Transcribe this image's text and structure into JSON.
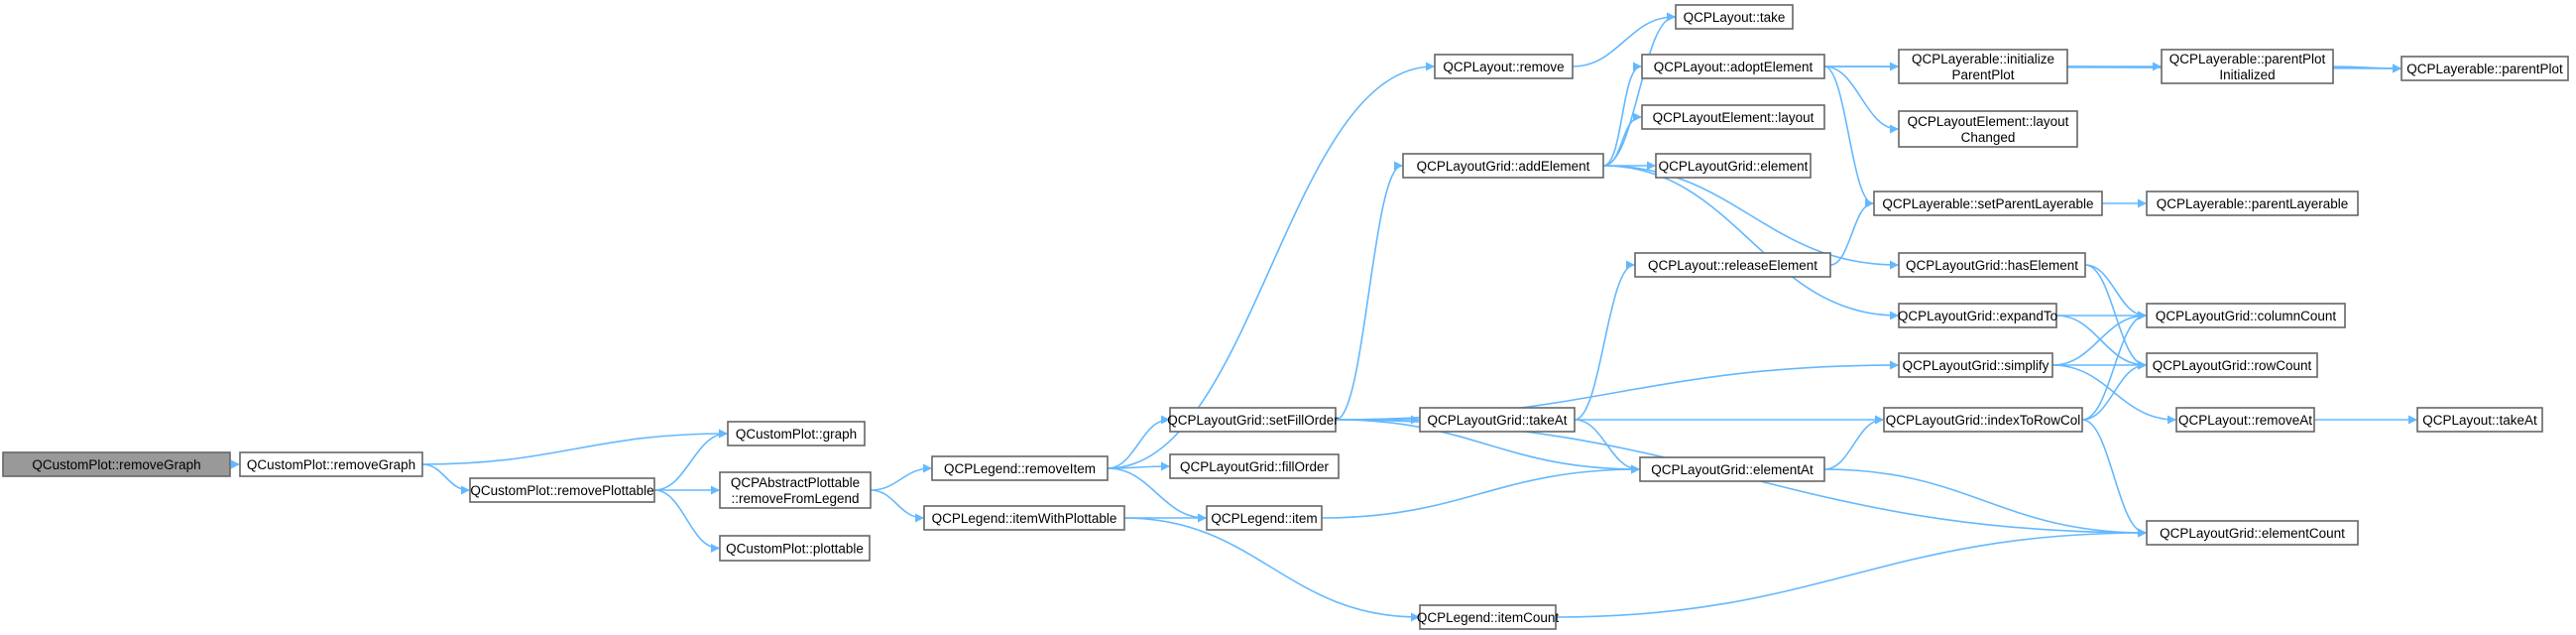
{
  "diagram": {
    "colors": {
      "edge": "#63b8ff",
      "node_border": "#666666",
      "root_fill": "#999999",
      "node_fill": "#ffffff"
    },
    "nodes": [
      {
        "id": "n0",
        "root": true,
        "lines": [
          "QCustomPlot::removeGraph"
        ]
      },
      {
        "id": "n1",
        "lines": [
          "QCustomPlot::removeGraph"
        ]
      },
      {
        "id": "n2",
        "lines": [
          "QCustomPlot::graph"
        ]
      },
      {
        "id": "n3",
        "lines": [
          "QCustomPlot::removePlottable"
        ]
      },
      {
        "id": "n4",
        "lines": [
          "QCPAbstractPlottable",
          "::removeFromLegend"
        ]
      },
      {
        "id": "n5",
        "lines": [
          "QCustomPlot::plottable"
        ]
      },
      {
        "id": "n6",
        "lines": [
          "QCPLegend::removeItem"
        ]
      },
      {
        "id": "n7",
        "lines": [
          "QCPLegend::itemWithPlottable"
        ]
      },
      {
        "id": "n8",
        "lines": [
          "QCPLayout::remove"
        ]
      },
      {
        "id": "n9",
        "lines": [
          "QCPLayoutGrid::setFillOrder"
        ]
      },
      {
        "id": "n10",
        "lines": [
          "QCPLayoutGrid::fillOrder"
        ]
      },
      {
        "id": "n11",
        "lines": [
          "QCPLegend::item"
        ]
      },
      {
        "id": "n12",
        "lines": [
          "QCPLegend::itemCount"
        ]
      },
      {
        "id": "n13",
        "lines": [
          "QCPLayout::take"
        ]
      },
      {
        "id": "n14",
        "lines": [
          "QCPLayoutGrid::addElement"
        ]
      },
      {
        "id": "n15",
        "lines": [
          "QCPLayoutGrid::takeAt"
        ]
      },
      {
        "id": "n16",
        "lines": [
          "QCPLayout::adoptElement"
        ]
      },
      {
        "id": "n17",
        "lines": [
          "QCPLayoutElement::layout"
        ]
      },
      {
        "id": "n18",
        "lines": [
          "QCPLayoutGrid::element"
        ]
      },
      {
        "id": "n19",
        "lines": [
          "QCPLayout::releaseElement"
        ]
      },
      {
        "id": "n20",
        "lines": [
          "QCPLayoutGrid::elementAt"
        ]
      },
      {
        "id": "n21",
        "lines": [
          "QCPLayerable::initialize",
          "ParentPlot"
        ]
      },
      {
        "id": "n22",
        "lines": [
          "QCPLayoutElement::layout",
          "Changed"
        ]
      },
      {
        "id": "n23",
        "lines": [
          "QCPLayerable::setParentLayerable"
        ]
      },
      {
        "id": "n24",
        "lines": [
          "QCPLayoutGrid::hasElement"
        ]
      },
      {
        "id": "n25",
        "lines": [
          "QCPLayoutGrid::expandTo"
        ]
      },
      {
        "id": "n26",
        "lines": [
          "QCPLayoutGrid::simplify"
        ]
      },
      {
        "id": "n27",
        "lines": [
          "QCPLayoutGrid::indexToRowCol"
        ]
      },
      {
        "id": "n28",
        "lines": [
          "QCPLayerable::parentPlot",
          "Initialized"
        ]
      },
      {
        "id": "n29",
        "lines": [
          "QCPLayerable::parentLayerable"
        ]
      },
      {
        "id": "n30",
        "lines": [
          "QCPLayoutGrid::columnCount"
        ]
      },
      {
        "id": "n31",
        "lines": [
          "QCPLayoutGrid::rowCount"
        ]
      },
      {
        "id": "n32",
        "lines": [
          "QCPLayout::removeAt"
        ]
      },
      {
        "id": "n33",
        "lines": [
          "QCPLayoutGrid::elementCount"
        ]
      },
      {
        "id": "n34",
        "lines": [
          "QCPLayerable::parentPlot"
        ]
      },
      {
        "id": "n35",
        "lines": [
          "QCPLayout::takeAt"
        ]
      }
    ],
    "edges": [
      [
        "n0",
        "n1"
      ],
      [
        "n1",
        "n2"
      ],
      [
        "n1",
        "n3"
      ],
      [
        "n3",
        "n2"
      ],
      [
        "n3",
        "n4"
      ],
      [
        "n3",
        "n5"
      ],
      [
        "n4",
        "n6"
      ],
      [
        "n4",
        "n7"
      ],
      [
        "n6",
        "n8"
      ],
      [
        "n6",
        "n9"
      ],
      [
        "n6",
        "n10"
      ],
      [
        "n6",
        "n11"
      ],
      [
        "n7",
        "n11"
      ],
      [
        "n7",
        "n12"
      ],
      [
        "n8",
        "n13"
      ],
      [
        "n9",
        "n14"
      ],
      [
        "n9",
        "n15"
      ],
      [
        "n9",
        "n26"
      ],
      [
        "n9",
        "n20"
      ],
      [
        "n9",
        "n33"
      ],
      [
        "n14",
        "n13"
      ],
      [
        "n14",
        "n16"
      ],
      [
        "n14",
        "n17"
      ],
      [
        "n14",
        "n18"
      ],
      [
        "n14",
        "n24"
      ],
      [
        "n14",
        "n25"
      ],
      [
        "n15",
        "n19"
      ],
      [
        "n15",
        "n20"
      ],
      [
        "n15",
        "n27"
      ],
      [
        "n11",
        "n20"
      ],
      [
        "n12",
        "n33"
      ],
      [
        "n16",
        "n21"
      ],
      [
        "n16",
        "n22"
      ],
      [
        "n16",
        "n23"
      ],
      [
        "n16",
        "n34"
      ],
      [
        "n21",
        "n28"
      ],
      [
        "n21",
        "n34"
      ],
      [
        "n28",
        "n34"
      ],
      [
        "n19",
        "n23"
      ],
      [
        "n23",
        "n29"
      ],
      [
        "n24",
        "n30"
      ],
      [
        "n24",
        "n31"
      ],
      [
        "n25",
        "n30"
      ],
      [
        "n25",
        "n31"
      ],
      [
        "n26",
        "n30"
      ],
      [
        "n26",
        "n31"
      ],
      [
        "n26",
        "n32"
      ],
      [
        "n32",
        "n35"
      ],
      [
        "n20",
        "n27"
      ],
      [
        "n20",
        "n33"
      ],
      [
        "n27",
        "n30"
      ],
      [
        "n27",
        "n31"
      ],
      [
        "n27",
        "n33"
      ]
    ]
  }
}
